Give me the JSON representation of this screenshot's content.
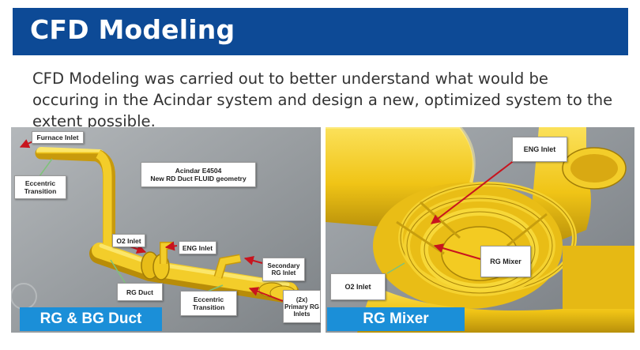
{
  "slide": {
    "title": "CFD Modeling",
    "description": "CFD Modeling was carried out to better understand what would be occuring in the Acindar system and design a new, optimized system to the extent possible."
  },
  "left_panel": {
    "tag": "RG & BG Duct",
    "labels": {
      "furnace_inlet": "Furnace Inlet",
      "eccentric_transition_top": "Eccentric\nTransition",
      "geometry_title": "Acindar E4504\nNew RD Duct FLUID geometry",
      "o2_inlet": "O2 Inlet",
      "eng_inlet": "ENG Inlet",
      "secondary_rg_inlet": "Secondary\nRG Inlet",
      "rg_duct": "RG Duct",
      "eccentric_transition_bottom": "Eccentric\nTransition",
      "primary_rg_inlets": "(2x)\nPrimary RG\nInlets"
    }
  },
  "right_panel": {
    "tag": "RG Mixer",
    "labels": {
      "eng_inlet": "ENG Inlet",
      "rg_mixer": "RG Mixer",
      "o2_inlet": "O2 Inlet"
    }
  },
  "colors": {
    "header": "#0d4a96",
    "tag": "#1b8fd8",
    "duct_yellow": "#f2c81a",
    "arrow_red": "#c8141e",
    "leader_green": "#7fc27a"
  }
}
